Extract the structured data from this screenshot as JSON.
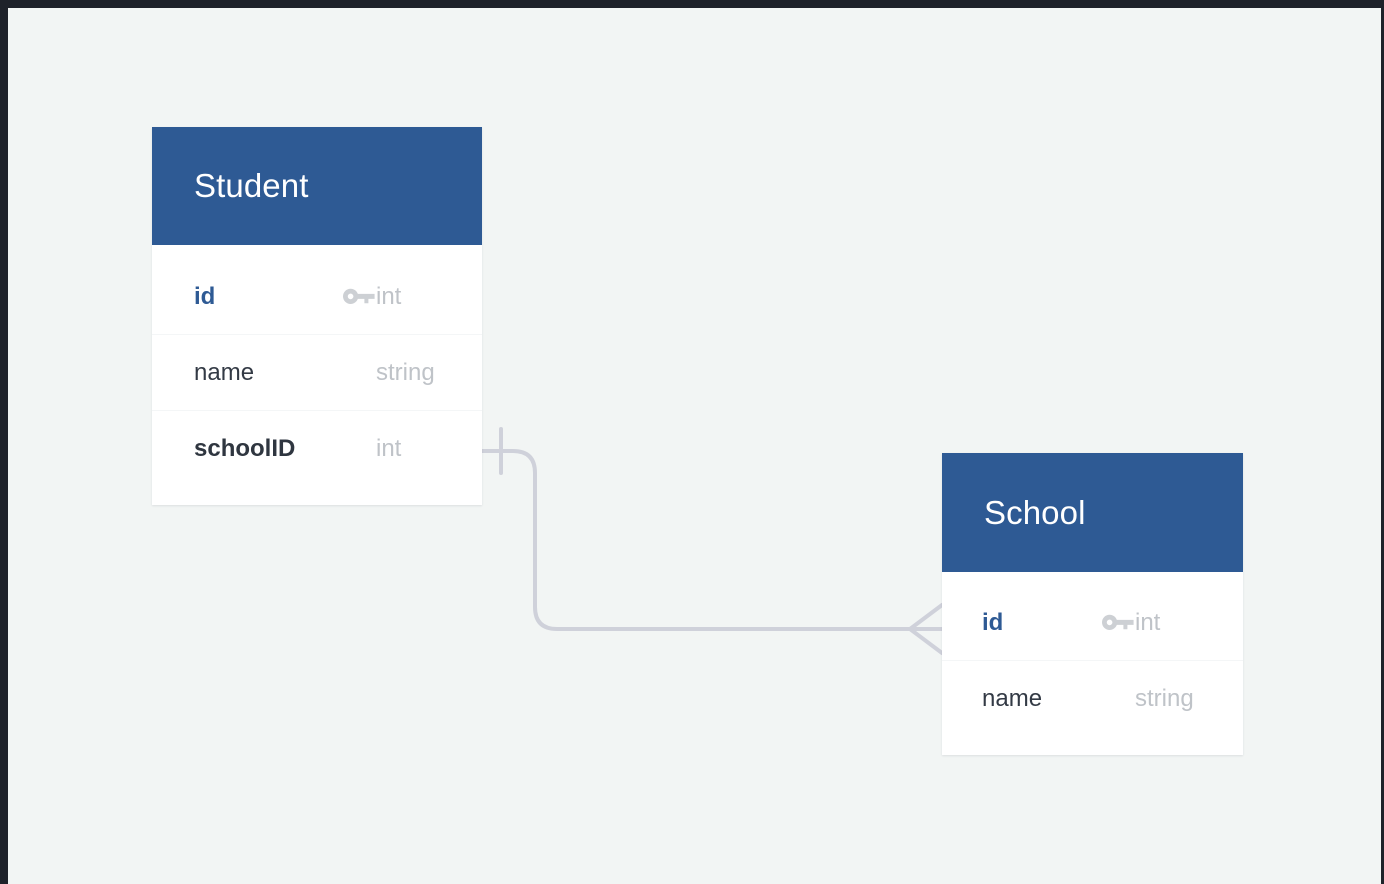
{
  "canvas": {
    "background_color": "#f2f5f4",
    "frame_color": "#1e222a"
  },
  "theme": {
    "header_blue": "#2e5a94",
    "pk_text_color": "#2e5a94",
    "fk_text_color": "#2f3640",
    "attr_text_color": "#333a45",
    "type_text_color": "#bfc3c8",
    "key_icon_color": "#cdd0d4",
    "connector_color": "#cfd1da",
    "row_divider_color": "#f4f6f7"
  },
  "entities": [
    {
      "id": "student",
      "title": "Student",
      "attributes": [
        {
          "name": "id",
          "type": "int",
          "key_icon": "key-icon",
          "role": "pk"
        },
        {
          "name": "name",
          "type": "string",
          "key_icon": "",
          "role": "plain"
        },
        {
          "name": "schoolID",
          "type": "int",
          "key_icon": "",
          "role": "fk"
        }
      ]
    },
    {
      "id": "school",
      "title": "School",
      "attributes": [
        {
          "name": "id",
          "type": "int",
          "key_icon": "key-icon",
          "role": "pk"
        },
        {
          "name": "name",
          "type": "string",
          "key_icon": "",
          "role": "plain"
        }
      ]
    }
  ],
  "relationship": {
    "from_entity": "Student",
    "from_attribute": "schoolID",
    "to_entity": "School",
    "to_attribute": "id",
    "source_marker": "one-mandatory-tick",
    "target_marker": "crows-foot-many"
  }
}
